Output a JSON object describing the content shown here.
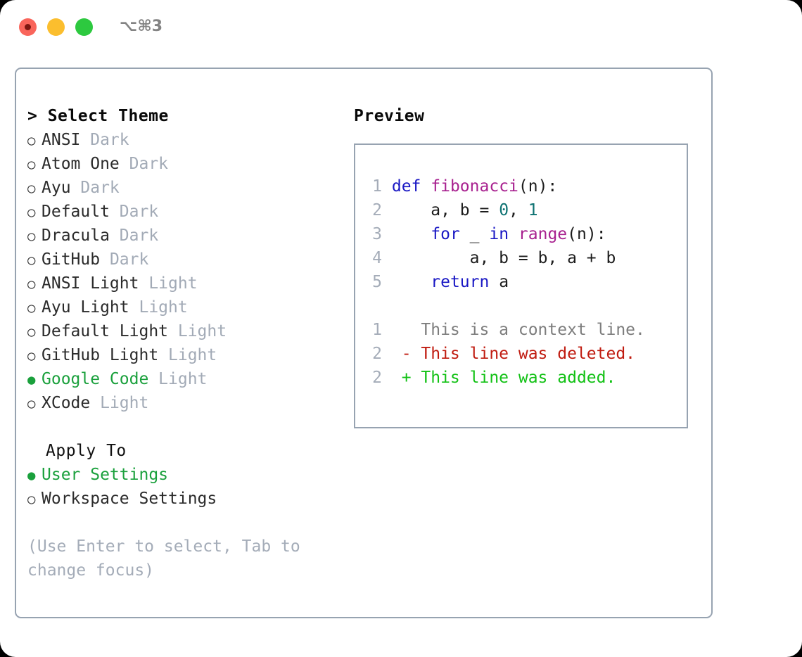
{
  "titlebar": {
    "shortcut": "⌥⌘3",
    "lights": [
      {
        "name": "close",
        "color": "#f9655b"
      },
      {
        "name": "minimize",
        "color": "#fbbe2e"
      },
      {
        "name": "maximize",
        "color": "#2dc93f"
      }
    ]
  },
  "theme_picker": {
    "header": "> Select Theme",
    "bullet_unselected": "○",
    "bullet_selected": "●",
    "items": [
      {
        "name": "ANSI",
        "tag": "Dark",
        "selected": false
      },
      {
        "name": "Atom One",
        "tag": "Dark",
        "selected": false
      },
      {
        "name": "Ayu",
        "tag": "Dark",
        "selected": false
      },
      {
        "name": "Default",
        "tag": "Dark",
        "selected": false
      },
      {
        "name": "Dracula",
        "tag": "Dark",
        "selected": false
      },
      {
        "name": "GitHub",
        "tag": "Dark",
        "selected": false
      },
      {
        "name": "ANSI Light",
        "tag": "Light",
        "selected": false
      },
      {
        "name": "Ayu Light",
        "tag": "Light",
        "selected": false
      },
      {
        "name": "Default Light",
        "tag": "Light",
        "selected": false
      },
      {
        "name": "GitHub Light",
        "tag": "Light",
        "selected": false
      },
      {
        "name": "Google Code",
        "tag": "Light",
        "selected": true
      },
      {
        "name": "XCode",
        "tag": "Light",
        "selected": false
      }
    ]
  },
  "apply_to": {
    "header": "Apply To",
    "options": [
      {
        "label": "User Settings",
        "selected": true
      },
      {
        "label": "Workspace Settings",
        "selected": false
      }
    ]
  },
  "hint": "(Use Enter to select, Tab to change focus)",
  "preview": {
    "title": "Preview",
    "code_lines": [
      {
        "num": "1",
        "tokens": [
          {
            "t": "def",
            "c": "kw"
          },
          {
            "t": " ",
            "c": "pl"
          },
          {
            "t": "fibonacci",
            "c": "fn"
          },
          {
            "t": "(n):",
            "c": "pl"
          }
        ]
      },
      {
        "num": "2",
        "tokens": [
          {
            "t": "    a, b = ",
            "c": "pl"
          },
          {
            "t": "0",
            "c": "num"
          },
          {
            "t": ", ",
            "c": "pl"
          },
          {
            "t": "1",
            "c": "num"
          }
        ]
      },
      {
        "num": "3",
        "tokens": [
          {
            "t": "    ",
            "c": "pl"
          },
          {
            "t": "for",
            "c": "kw"
          },
          {
            "t": " _ ",
            "c": "pl"
          },
          {
            "t": "in",
            "c": "kw"
          },
          {
            "t": " ",
            "c": "pl"
          },
          {
            "t": "range",
            "c": "fn"
          },
          {
            "t": "(n):",
            "c": "pl"
          }
        ]
      },
      {
        "num": "4",
        "tokens": [
          {
            "t": "        a, b = b, a + b",
            "c": "pl"
          }
        ]
      },
      {
        "num": "5",
        "tokens": [
          {
            "t": "    ",
            "c": "pl"
          },
          {
            "t": "return",
            "c": "kw"
          },
          {
            "t": " a",
            "c": "pl"
          }
        ]
      }
    ],
    "diff_lines": [
      {
        "num": "1",
        "marker": "  ",
        "text": "This is a context line.",
        "kind": "ctx"
      },
      {
        "num": "2",
        "marker": "- ",
        "text": "This line was deleted.",
        "kind": "del"
      },
      {
        "num": "2",
        "marker": "+ ",
        "text": "This line was added.",
        "kind": "add"
      }
    ]
  },
  "colors": {
    "accent_green": "#1aa03c",
    "border": "#97a3b1",
    "muted": "#a2aab6",
    "keyword": "#1a18c4",
    "function": "#a8218f",
    "number": "#0d7272",
    "diff_context": "#7d7d7d",
    "diff_deleted": "#c01b10",
    "diff_added": "#11c114"
  }
}
